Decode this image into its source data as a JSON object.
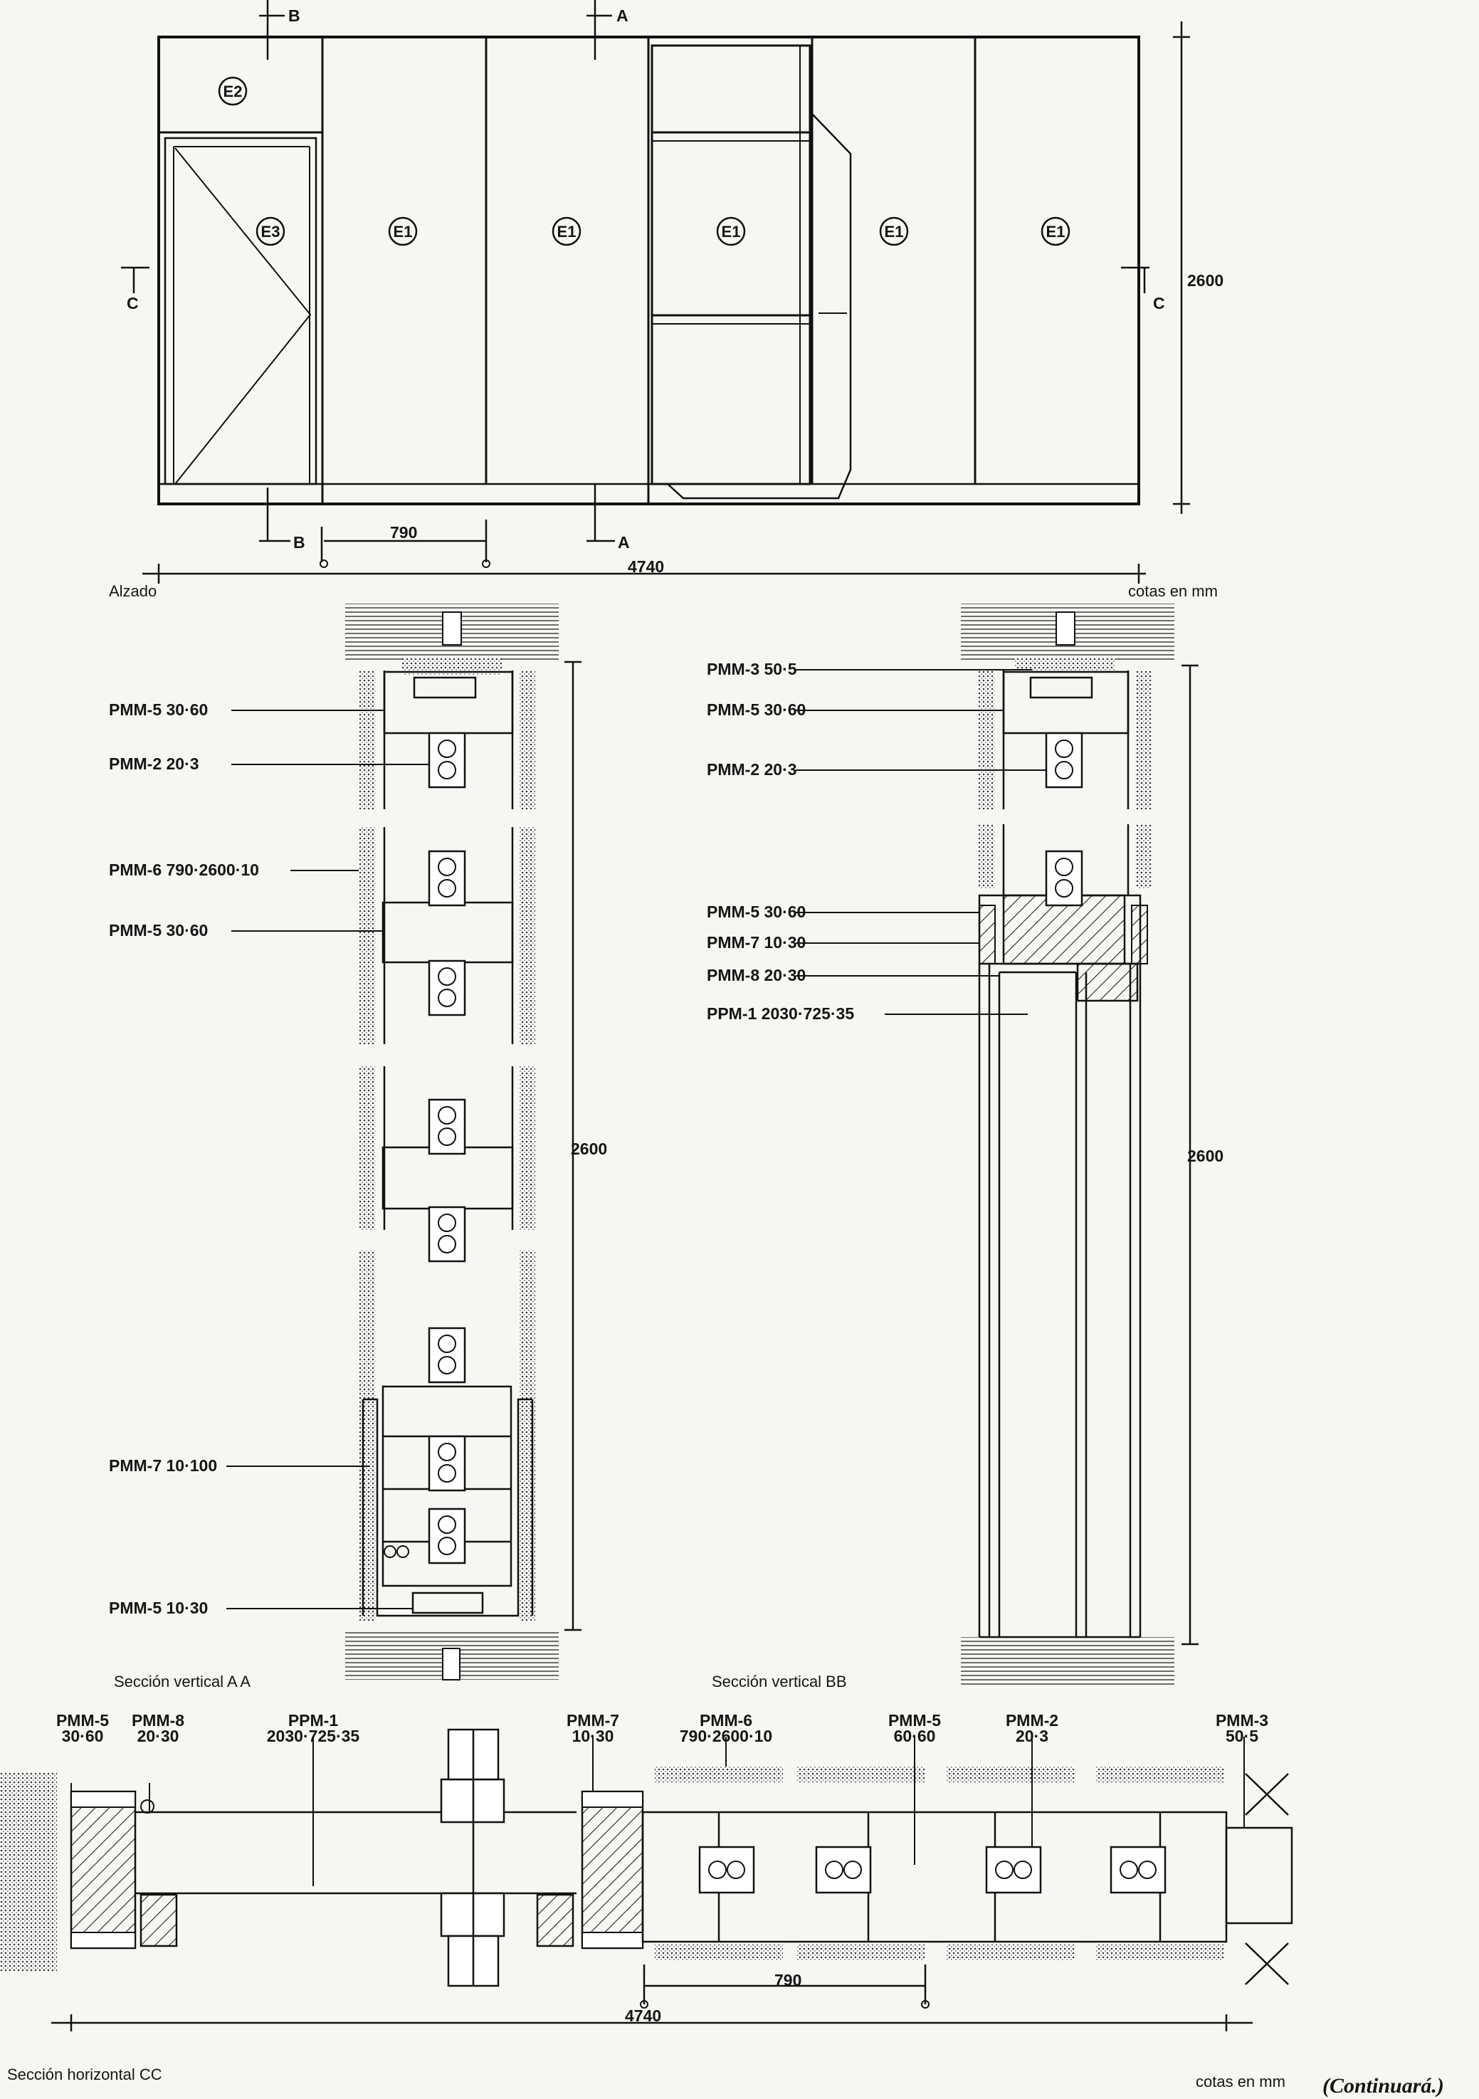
{
  "elevation": {
    "caption": "Alzado",
    "units": "cotas en mm",
    "panels": [
      "E2",
      "E3",
      "E1",
      "E1",
      "E1",
      "E1",
      "E1"
    ],
    "dim_height": "2600",
    "dim_total": "4740",
    "dim_module": "790",
    "cut_a": "A",
    "cut_b": "B",
    "cut_c": "C"
  },
  "section_aa": {
    "caption": "Sección vertical  A A",
    "dim_height": "2600",
    "labels": [
      "PMM-5  30·60",
      "PMM-2  20·3",
      "PMM-6  790·2600·10",
      "PMM-5  30·60",
      "PMM-7  10·100",
      "PMM-5  10·30"
    ]
  },
  "section_bb": {
    "caption": "Sección vertical  BB",
    "dim_height": "2600",
    "labels": [
      "PMM-3  50·5",
      "PMM-5  30·60",
      "PMM-2  20·3",
      "PMM-5  30·60",
      "PMM-7  10·30",
      "PMM-8  20·30",
      "PPM-1  2030·725·35"
    ]
  },
  "section_cc": {
    "caption": "Sección horizontal CC",
    "units": "cotas en mm",
    "dim_module": "790",
    "dim_total": "4740",
    "labels": [
      {
        "code": "PMM-5",
        "dims": "30·60"
      },
      {
        "code": "PMM-8",
        "dims": "20·30"
      },
      {
        "code": "PPM-1",
        "dims": "2030·725·35"
      },
      {
        "code": "PMM-7",
        "dims": "10·30"
      },
      {
        "code": "PMM-6",
        "dims": "790·2600·10"
      },
      {
        "code": "PMM-5",
        "dims": "60·60"
      },
      {
        "code": "PMM-2",
        "dims": "20·3"
      },
      {
        "code": "PMM-3",
        "dims": "50·5"
      }
    ]
  },
  "footer": {
    "continues": "(Continuará.)"
  }
}
